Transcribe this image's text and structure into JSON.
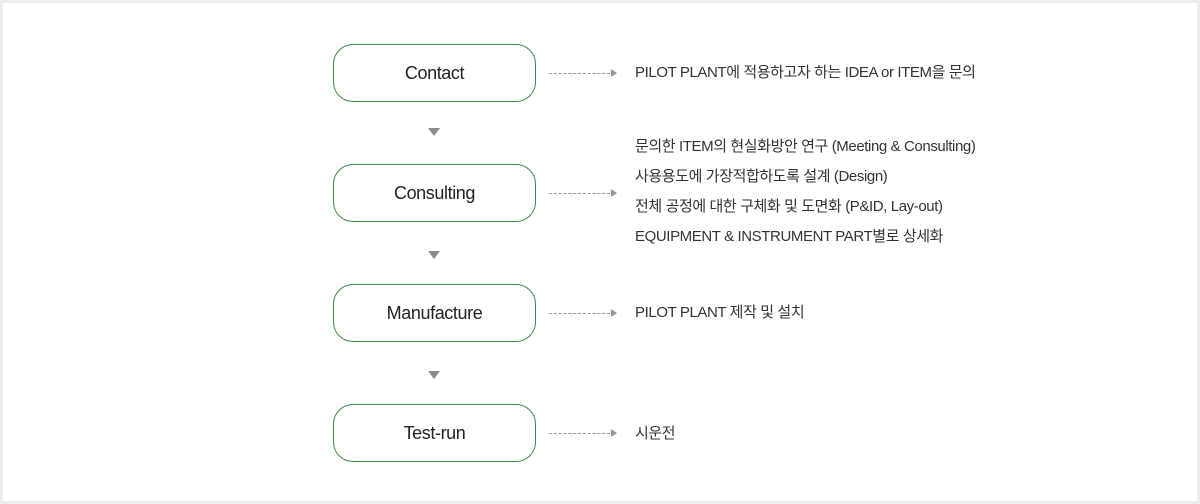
{
  "steps": [
    {
      "label": "Contact"
    },
    {
      "label": "Consulting"
    },
    {
      "label": "Manufacture"
    },
    {
      "label": "Test-run"
    }
  ],
  "descriptions": [
    {
      "lines": [
        "PILOT PLANT에 적용하고자 하는 IDEA or ITEM을 문의"
      ]
    },
    {
      "lines": [
        "문의한 ITEM의 현실화방안 연구 (Meeting & Consulting)",
        "사용용도에 가장적합하도록 설계 (Design)",
        "전체 공정에 대한 구체화 및 도면화 (P&ID, Lay-out)",
        "EQUIPMENT & INSTRUMENT PART별로 상세화"
      ]
    },
    {
      "lines": [
        "PILOT PLANT 제작 및 설치"
      ]
    },
    {
      "lines": [
        "시운전"
      ]
    }
  ],
  "colors": {
    "step_border": "#3a8a43",
    "arrow": "#8c8c8c",
    "connector": "#9a9a9a"
  }
}
